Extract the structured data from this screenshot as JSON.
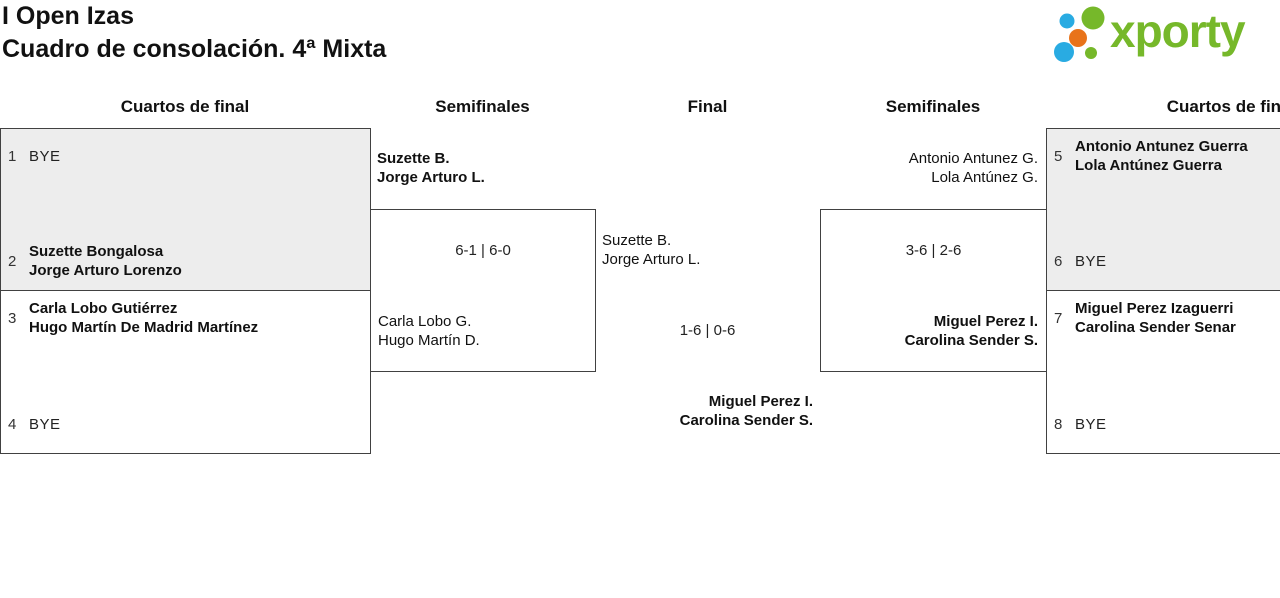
{
  "title": {
    "line1": "I Open Izas",
    "line2": "Cuadro de consolación. 4ª Mixta"
  },
  "logo": {
    "text": "xporty",
    "text_color": "#76b82a",
    "dot_colors": {
      "blue": "#29abe2",
      "green": "#76b82a",
      "orange": "#e8731a"
    }
  },
  "round_headers": [
    "Cuartos de final",
    "Semifinales",
    "Final",
    "Semifinales",
    "Cuartos de final"
  ],
  "matches": {
    "qf1": {
      "seed_top": "1",
      "team_top": [
        "BYE"
      ],
      "seed_bottom": "2",
      "team_bottom": [
        "Suzette Bongalosa",
        "Jorge Arturo Lorenzo"
      ]
    },
    "qf2": {
      "seed_top": "3",
      "team_top": [
        "Carla Lobo Gutiérrez",
        "Hugo Martín De Madrid Martínez"
      ],
      "seed_bottom": "4",
      "team_bottom": [
        "BYE"
      ]
    },
    "qf3": {
      "seed_top": "5",
      "team_top": [
        "Antonio Antunez Guerra",
        "Lola Antúnez Guerra"
      ],
      "seed_bottom": "6",
      "team_bottom": [
        "BYE"
      ]
    },
    "qf4": {
      "seed_top": "7",
      "team_top": [
        "Miguel Perez Izaguerri",
        "Carolina Sender Senar"
      ],
      "seed_bottom": "8",
      "team_bottom": [
        "BYE"
      ]
    },
    "sf1": {
      "team_top": [
        "Suzette B.",
        "Jorge Arturo L."
      ],
      "score": "6-1 | 6-0",
      "team_bottom": [
        "Carla Lobo G.",
        "Hugo Martín D."
      ]
    },
    "sf2": {
      "team_top": [
        "Antonio Antunez G.",
        "Lola Antúnez G."
      ],
      "score": "3-6 | 2-6",
      "team_bottom": [
        "Miguel Perez I.",
        "Carolina Sender S."
      ]
    },
    "final": {
      "team_top": [
        "Suzette B.",
        "Jorge Arturo L."
      ],
      "score": "1-6 | 0-6",
      "team_bottom": [
        "Miguel Perez I.",
        "Carolina Sender S."
      ]
    }
  },
  "colors": {
    "box_fill_gray": "#ededed",
    "box_border": "#414141"
  }
}
